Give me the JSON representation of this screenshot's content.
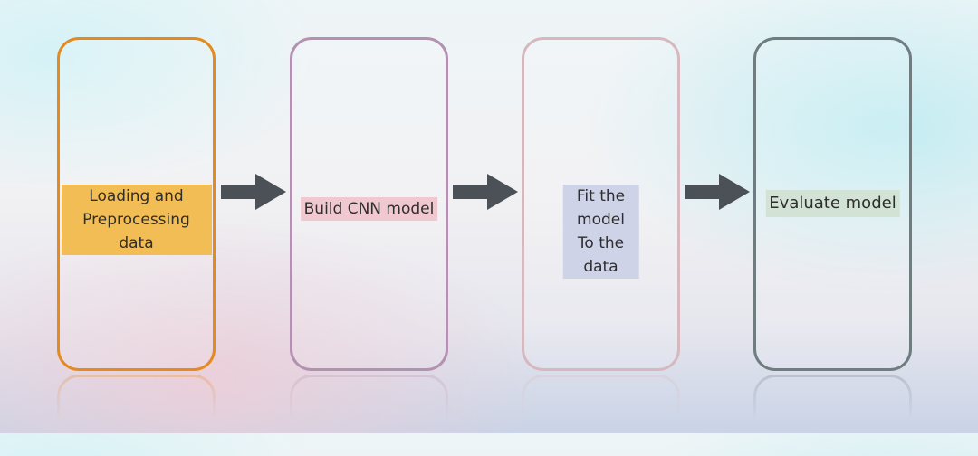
{
  "steps": [
    {
      "label": "Loading and\nPreprocessing data",
      "border": "#e48a1f",
      "highlight": "#f2bd54"
    },
    {
      "label": "Build CNN model",
      "border": "#b391b1",
      "highlight": "#efc9cf"
    },
    {
      "label": "Fit the model\nTo the data",
      "border": "#d7b8bf",
      "highlight": "#cfd3e8"
    },
    {
      "label": "Evaluate model",
      "border": "#6f7d80",
      "highlight": "#d2e3d5"
    }
  ],
  "arrow_color": "#4b5157"
}
